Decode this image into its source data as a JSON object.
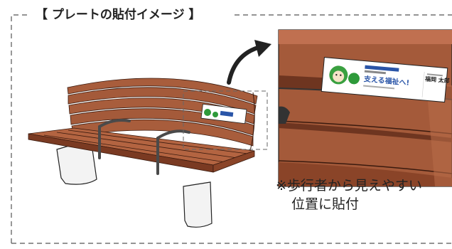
{
  "title": "【 プレートの貼付イメージ 】",
  "plate": {
    "headline": "支える福祉へ!",
    "name": "福岡 太郎"
  },
  "caption": {
    "line1": "※歩行者から見えやすい",
    "line2": "位置に貼付"
  },
  "colors": {
    "wood": "#a4593a",
    "wood_dark": "#6e3520",
    "wood_light": "#c07050",
    "metal": "#4a4a4a",
    "concrete": "#f2f2f2",
    "outline": "#222222",
    "accent_green": "#2e9a3a",
    "accent_blue": "#2a55a8"
  },
  "icons": {
    "arrow": "curved-arrow-icon",
    "mascot": "monkey-mascot-icon"
  }
}
